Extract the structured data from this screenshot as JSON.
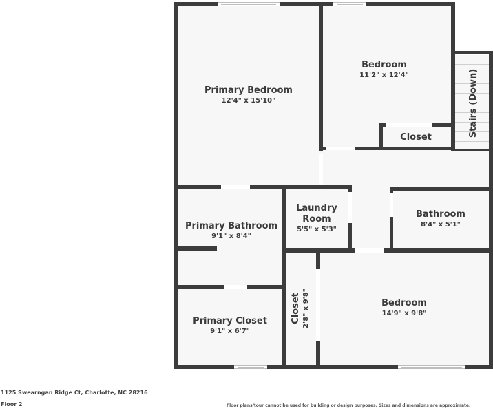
{
  "floorplan": {
    "rooms": [
      {
        "id": "primary-bedroom",
        "name": "Primary Bedroom",
        "dimensions": "12'4\" x 15'10\""
      },
      {
        "id": "bedroom-1",
        "name": "Bedroom",
        "dimensions": "11'2\" x 12'4\""
      },
      {
        "id": "closet-1",
        "name": "Closet",
        "dimensions": ""
      },
      {
        "id": "stairs",
        "name": "Stairs (Down)",
        "dimensions": ""
      },
      {
        "id": "primary-bathroom",
        "name": "Primary Bathroom",
        "dimensions": "9'1\" x 8'4\""
      },
      {
        "id": "laundry-room",
        "name": "Laundry Room",
        "name_line1": "Laundry",
        "name_line2": "Room",
        "dimensions": "5'5\" x 5'3\""
      },
      {
        "id": "bathroom",
        "name": "Bathroom",
        "dimensions": "8'4\" x 5'1\""
      },
      {
        "id": "primary-closet",
        "name": "Primary Closet",
        "dimensions": "9'1\" x 6'7\""
      },
      {
        "id": "closet-2",
        "name": "Closet",
        "dimensions": "2'8\" x 9'8\""
      },
      {
        "id": "bedroom-2",
        "name": "Bedroom",
        "dimensions": "14'9\" x 9'8\""
      }
    ],
    "colors": {
      "wall": "#3c3c3c",
      "floor": "#f7f7f7",
      "text": "#3a3a3a"
    }
  },
  "footer": {
    "address": "1125 Swearngan Ridge Ct, Charlotte, NC 28216",
    "floor": "Floor 2",
    "disclaimer": "Floor plans/tour cannot be used for building or design purposes. Sizes and dimensions are approximate."
  }
}
